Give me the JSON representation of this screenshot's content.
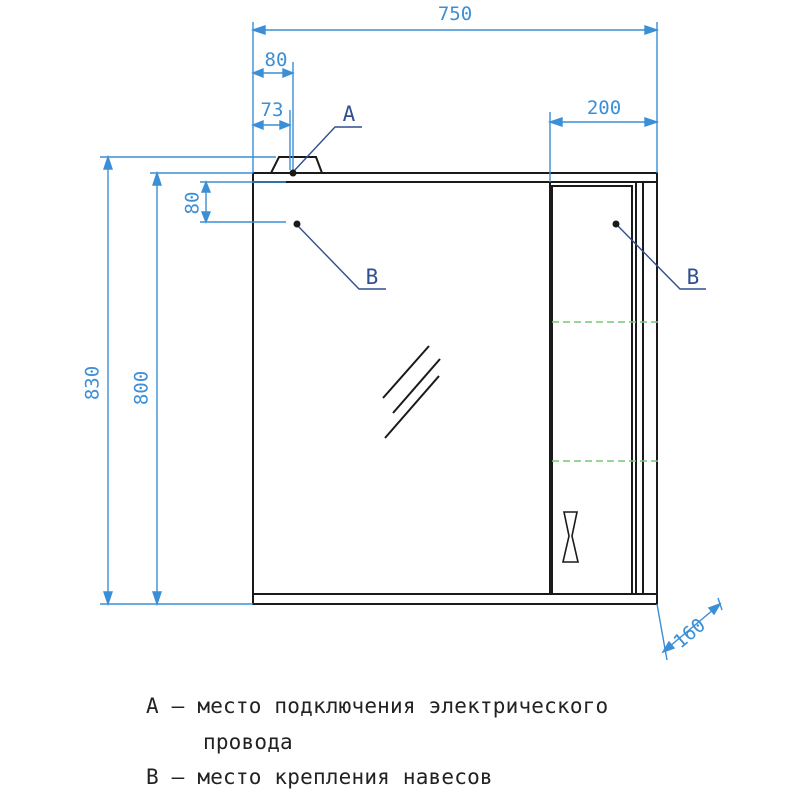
{
  "dimensions": {
    "overall_width": "750",
    "connection_offset": "80",
    "mount_offset": "73",
    "cabinet_width": "200",
    "mount_drop": "80",
    "overall_height": "830",
    "body_height": "800",
    "depth": "160"
  },
  "callouts": {
    "a": "A",
    "b_left": "B",
    "b_right": "B"
  },
  "legend": {
    "a_line1": "A – место подключения электрического",
    "a_line2": "провода",
    "b_line": "B – место крепления навесов"
  },
  "colors": {
    "dimension": "#3b8fd6",
    "callout": "#2f4f8f",
    "outline": "#1a1a1a",
    "shelf": "#7cc576"
  }
}
